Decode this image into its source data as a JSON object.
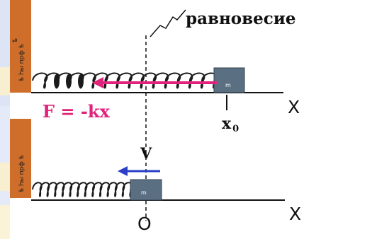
{
  "labels": {
    "equilibrium": "равновесие",
    "force_formula": "F = -kx",
    "axis_top": "X",
    "axis_bottom": "X",
    "x0_main": "x",
    "x0_sub": "0",
    "velocity": "V",
    "origin": "O",
    "mass_top": "m",
    "mass_bottom": "m"
  },
  "colors": {
    "wall": "#cf6e2a",
    "mass": "#5b6f82",
    "force_arrow": "#e0227a",
    "velocity_arrow": "#2a3ec8",
    "spring": "#1a1a1a",
    "axis": "#111111"
  },
  "icons": {
    "wall_hatch": "wall-hatch-icon",
    "spring": "spring-coil-icon",
    "equilibrium_pointer": "lightning-pointer-icon"
  }
}
